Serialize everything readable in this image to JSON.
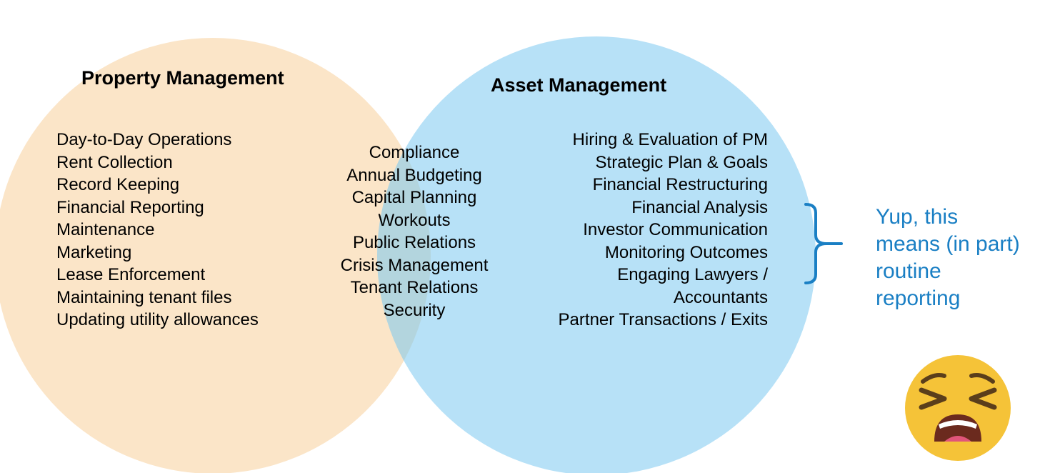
{
  "colors": {
    "property_circle": "#fbe5c8",
    "asset_circle": "#b7e1f7",
    "overlap": "#b3d5de",
    "annotation": "#1a7fc4",
    "brace": "#1a7fc4"
  },
  "property_management": {
    "title": "Property Management",
    "items": [
      "Day-to-Day Operations",
      "Rent Collection",
      "Record Keeping",
      "Financial Reporting",
      "Maintenance",
      "Marketing",
      "Lease Enforcement",
      "Maintaining tenant files",
      "Updating utility allowances"
    ]
  },
  "overlap": {
    "items": [
      "Compliance",
      "Annual Budgeting",
      "Capital Planning",
      "Workouts",
      "Public Relations",
      "Crisis Management",
      "Tenant Relations",
      "Security"
    ]
  },
  "asset_management": {
    "title": "Asset Management",
    "items": [
      "Hiring & Evaluation of PM",
      "Strategic Plan & Goals",
      "Financial Restructuring",
      "Financial Analysis",
      "Investor Communication",
      "Monitoring Outcomes",
      "Engaging Lawyers /",
      "Accountants",
      "Partner Transactions / Exits"
    ]
  },
  "annotation": {
    "lines": [
      "Yup, this",
      "means (in part)",
      "routine",
      "reporting"
    ]
  },
  "icons": {
    "brace": "curly-brace-icon",
    "emoji": "tired-face-emoji-icon"
  }
}
